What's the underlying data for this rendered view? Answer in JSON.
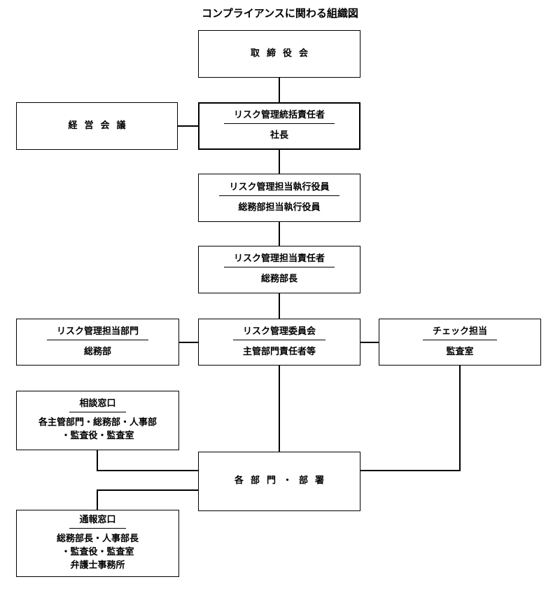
{
  "title": "コンプライアンスに関わる組織図",
  "nodes": {
    "board": {
      "label": "取締役会"
    },
    "management_meeting": {
      "label": "経営会議"
    },
    "chief_officer": {
      "heading": "リスク管理統括責任者",
      "value": "社長"
    },
    "executive_officer": {
      "heading": "リスク管理担当執行役員",
      "value": "総務部担当執行役員"
    },
    "manager": {
      "heading": "リスク管理担当責任者",
      "value": "総務部長"
    },
    "department": {
      "heading": "リスク管理担当部門",
      "value": "総務部"
    },
    "committee": {
      "heading": "リスク管理委員会",
      "value": "主管部門責任者等"
    },
    "check": {
      "heading": "チェック担当",
      "value": "監査室"
    },
    "consultation": {
      "heading": "相談窓口",
      "lines": [
        "各主管部門・総務部・人事部",
        "・監査役・監査室"
      ]
    },
    "divisions": {
      "label": "各部門・部署"
    },
    "reporting": {
      "heading": "通報窓口",
      "lines": [
        "総務部長・人事部長",
        "・監査役・監査室",
        "弁護士事務所"
      ]
    }
  }
}
